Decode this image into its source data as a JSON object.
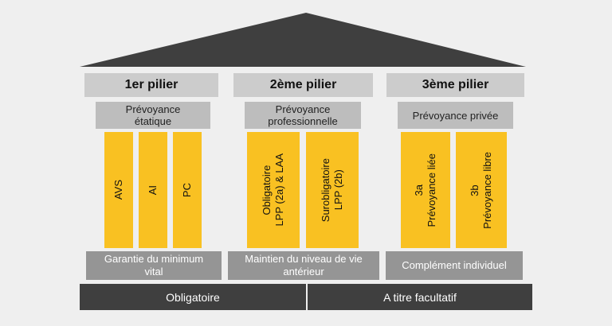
{
  "pillars": [
    {
      "title": "1er pilier",
      "subtitle_line1": "Prévoyance",
      "subtitle_line2": "étatique",
      "columns": [
        {
          "line1": "AVS"
        },
        {
          "line1": "AI"
        },
        {
          "line1": "PC"
        }
      ],
      "base_line1": "Garantie du minimum",
      "base_line2": "vital"
    },
    {
      "title": "2ème pilier",
      "subtitle_line1": "Prévoyance",
      "subtitle_line2": "professionnelle",
      "columns": [
        {
          "line1": "Obligatoire",
          "line2": "LPP (2a) & LAA"
        },
        {
          "line1": "Surobligatoire",
          "line2": "LPP (2b)"
        }
      ],
      "base_line1": "Maintien du niveau de vie",
      "base_line2": "antérieur"
    },
    {
      "title": "3ème pilier",
      "subtitle_line1": "Prévoyance privée",
      "columns": [
        {
          "line1": "3a",
          "line2": "Prévoyance liée"
        },
        {
          "line1": "3b",
          "line2": "Prévoyance libre"
        }
      ],
      "base_line1": "Complément individuel"
    }
  ],
  "foundation": {
    "left": "Obligatoire",
    "right": "A titre facultatif"
  },
  "colors": {
    "background": "#efefef",
    "roof": "#3f3f3f",
    "header": "#cccccc",
    "subtitle": "#bdbdbd",
    "column": "#f9c122",
    "base": "#959595",
    "foundation": "#3f3f3f"
  }
}
